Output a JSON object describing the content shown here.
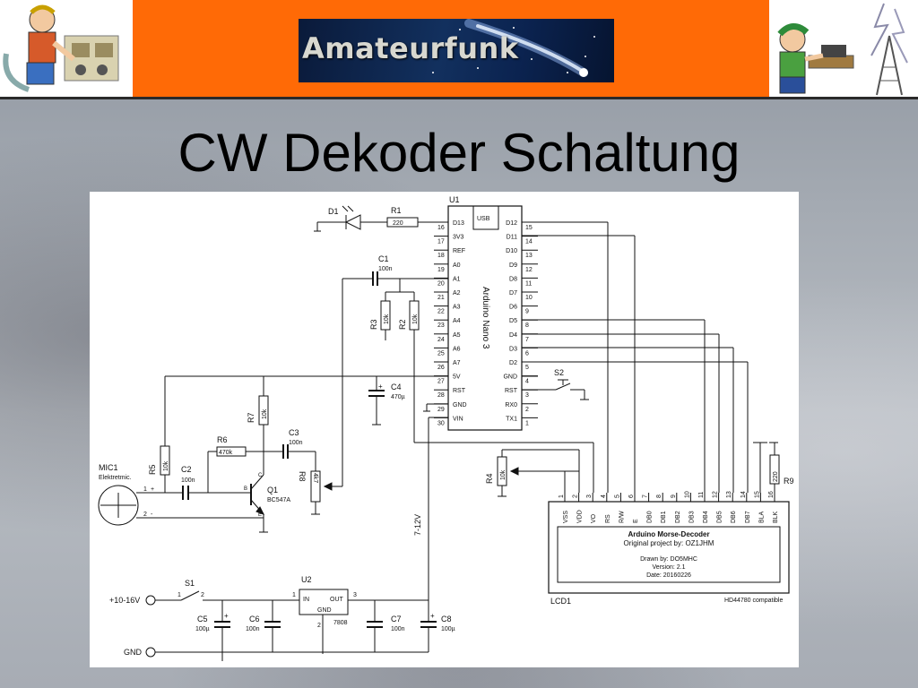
{
  "header": {
    "banner_text": "Amateurfunk",
    "left_clipart": "radio-operator-clipart",
    "right_clipart": "radio-operator-clipart",
    "right_clipart2": "lightning-antenna-clipart"
  },
  "slide": {
    "title": "CW Dekoder Schaltung"
  },
  "schematic": {
    "arduino": {
      "ref": "U1",
      "name": "Arduino Nano 3",
      "usb": "USB",
      "left_pins": [
        {
          "num": "16",
          "name": "D13"
        },
        {
          "num": "17",
          "name": "3V3"
        },
        {
          "num": "18",
          "name": "REF"
        },
        {
          "num": "19",
          "name": "A0"
        },
        {
          "num": "20",
          "name": "A1"
        },
        {
          "num": "21",
          "name": "A2"
        },
        {
          "num": "22",
          "name": "A3"
        },
        {
          "num": "23",
          "name": "A4"
        },
        {
          "num": "24",
          "name": "A5"
        },
        {
          "num": "25",
          "name": "A6"
        },
        {
          "num": "26",
          "name": "A7"
        },
        {
          "num": "27",
          "name": "5V"
        },
        {
          "num": "28",
          "name": "RST"
        },
        {
          "num": "29",
          "name": "GND"
        },
        {
          "num": "30",
          "name": "VIN"
        }
      ],
      "right_pins": [
        {
          "num": "15",
          "name": "D12"
        },
        {
          "num": "14",
          "name": "D11"
        },
        {
          "num": "13",
          "name": "D10"
        },
        {
          "num": "12",
          "name": "D9"
        },
        {
          "num": "11",
          "name": "D8"
        },
        {
          "num": "10",
          "name": "D7"
        },
        {
          "num": "9",
          "name": "D6"
        },
        {
          "num": "8",
          "name": "D5"
        },
        {
          "num": "7",
          "name": "D4"
        },
        {
          "num": "6",
          "name": "D3"
        },
        {
          "num": "5",
          "name": "D2"
        },
        {
          "num": "4",
          "name": "GND"
        },
        {
          "num": "3",
          "name": "RST"
        },
        {
          "num": "2",
          "name": "RX0"
        },
        {
          "num": "1",
          "name": "TX1"
        }
      ]
    },
    "d1": {
      "ref": "D1"
    },
    "r1": {
      "ref": "R1",
      "value": "220"
    },
    "c1": {
      "ref": "C1",
      "value": "100n"
    },
    "r2": {
      "ref": "R2",
      "value": "10k"
    },
    "r3": {
      "ref": "R3",
      "value": "10k"
    },
    "c4": {
      "ref": "C4",
      "value": "470µ"
    },
    "s2": {
      "ref": "S2"
    },
    "r7": {
      "ref": "R7",
      "value": "10k"
    },
    "c3": {
      "ref": "C3",
      "value": "100n"
    },
    "r6": {
      "ref": "R6",
      "value": "470k"
    },
    "r8": {
      "ref": "R8",
      "value": "4k7"
    },
    "r5": {
      "ref": "R5",
      "value": "10k"
    },
    "c2": {
      "ref": "C2",
      "value": "100n"
    },
    "q1": {
      "ref": "Q1",
      "value": "BC547A",
      "b": "B",
      "c": "C",
      "e": "E"
    },
    "mic1": {
      "ref": "MIC1",
      "value": "Elektretmic."
    },
    "r4": {
      "ref": "R4",
      "value": "10k"
    },
    "r9": {
      "ref": "R9",
      "value": "220"
    },
    "supply_label": "7-12V",
    "lcd": {
      "ref": "LCD1",
      "compat": "HD44780 compatible",
      "pins": [
        {
          "num": "1",
          "name": "VSS"
        },
        {
          "num": "2",
          "name": "VDD"
        },
        {
          "num": "3",
          "name": "VO"
        },
        {
          "num": "4",
          "name": "RS"
        },
        {
          "num": "5",
          "name": "R/W"
        },
        {
          "num": "6",
          "name": "E"
        },
        {
          "num": "7",
          "name": "DB0"
        },
        {
          "num": "8",
          "name": "DB1"
        },
        {
          "num": "9",
          "name": "DB2"
        },
        {
          "num": "10",
          "name": "DB3"
        },
        {
          "num": "11",
          "name": "DB4"
        },
        {
          "num": "12",
          "name": "DB5"
        },
        {
          "num": "13",
          "name": "DB6"
        },
        {
          "num": "14",
          "name": "DB7"
        },
        {
          "num": "15",
          "name": "BLA"
        },
        {
          "num": "16",
          "name": "BLK"
        }
      ],
      "screen_title": "Arduino Morse-Decoder",
      "screen_line2": "Original project by: OZ1JHM",
      "screen_line3": "Drawn by: DO5MHC",
      "screen_line4": "Version: 2.1",
      "screen_line5": "Date: 20160226"
    },
    "s1": {
      "ref": "S1",
      "pin1": "1",
      "pin2": "2"
    },
    "u2": {
      "ref": "U2",
      "in": "IN",
      "out": "OUT",
      "gnd": "GND",
      "part": "7808",
      "pin1": "1",
      "pin2": "2",
      "pin3": "3"
    },
    "vin_label": "+10-16V",
    "gnd_label": "GND",
    "c5": {
      "ref": "C5",
      "value": "100µ"
    },
    "c6": {
      "ref": "C6",
      "value": "100n"
    },
    "c7": {
      "ref": "C7",
      "value": "100n"
    },
    "c8": {
      "ref": "C8",
      "value": "100µ"
    },
    "plus": "+",
    "minus": "-",
    "pin_1": "1",
    "pin_2": "2"
  }
}
